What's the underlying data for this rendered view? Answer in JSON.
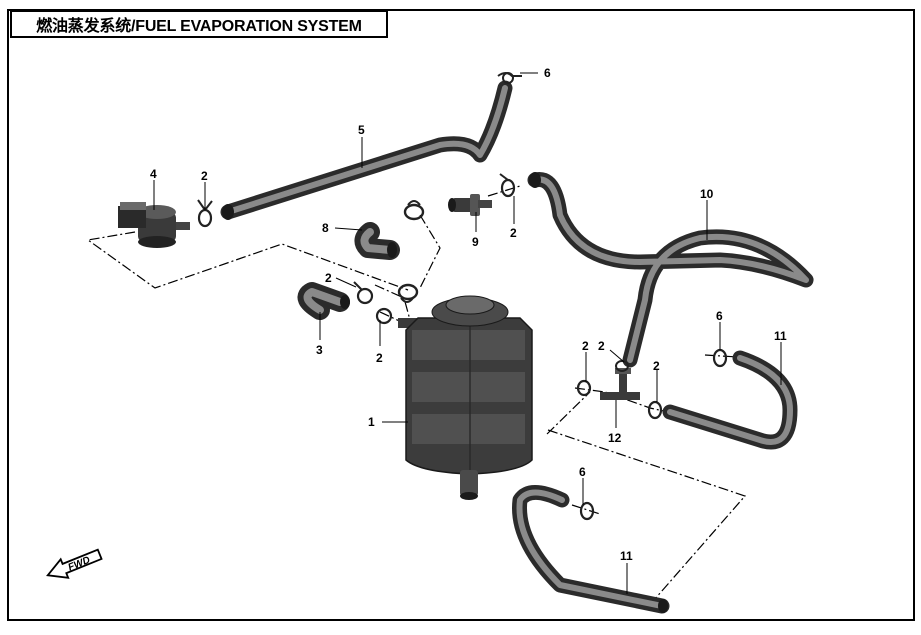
{
  "title": "燃油蒸发系统/FUEL EVAPORATION SYSTEM",
  "fwd_label": "FWD",
  "callouts": {
    "c1": "1",
    "c2a": "2",
    "c2b": "2",
    "c2c": "2",
    "c2d": "2",
    "c2e": "2",
    "c2f": "2",
    "c2g": "2",
    "c3": "3",
    "c4": "4",
    "c5": "5",
    "c6a": "6",
    "c6b": "6",
    "c6c": "6",
    "c8": "8",
    "c9": "9",
    "c10": "10",
    "c11a": "11",
    "c11b": "11",
    "c12": "12"
  }
}
